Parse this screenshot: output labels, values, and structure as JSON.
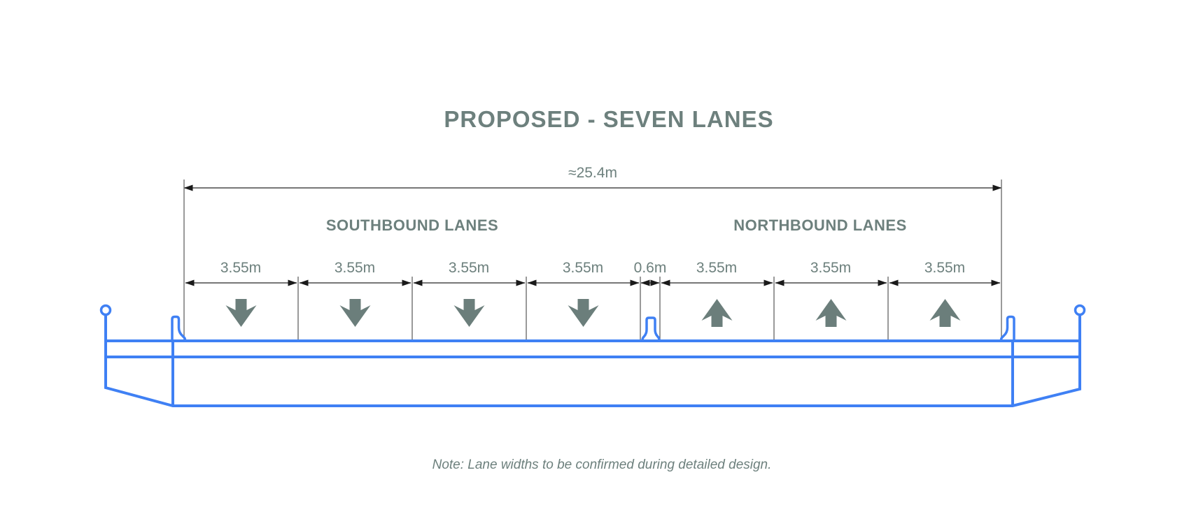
{
  "title": "PROPOSED - SEVEN LANES",
  "overall_dimension": "≈25.4m",
  "sections": {
    "southbound": "SOUTHBOUND LANES",
    "northbound": "NORTHBOUND LANES"
  },
  "lanes": [
    {
      "width": "3.55m",
      "direction": "southbound",
      "arrow": "down-arrow"
    },
    {
      "width": "3.55m",
      "direction": "southbound",
      "arrow": "down-arrow"
    },
    {
      "width": "3.55m",
      "direction": "southbound",
      "arrow": "down-arrow"
    },
    {
      "width": "3.55m",
      "direction": "southbound",
      "arrow": "down-arrow"
    },
    {
      "width": "3.55m",
      "direction": "northbound",
      "arrow": "up-arrow"
    },
    {
      "width": "3.55m",
      "direction": "northbound",
      "arrow": "up-arrow"
    },
    {
      "width": "3.55m",
      "direction": "northbound",
      "arrow": "up-arrow"
    }
  ],
  "median_width": "0.6m",
  "note": "Note: Lane widths to be confirmed during detailed design.",
  "colors": {
    "structure_blue": "#3f80f4",
    "text_slate": "#6d807d",
    "lane_arrow": "#6b7e7b",
    "dimension_line": "#4a4a4a"
  }
}
